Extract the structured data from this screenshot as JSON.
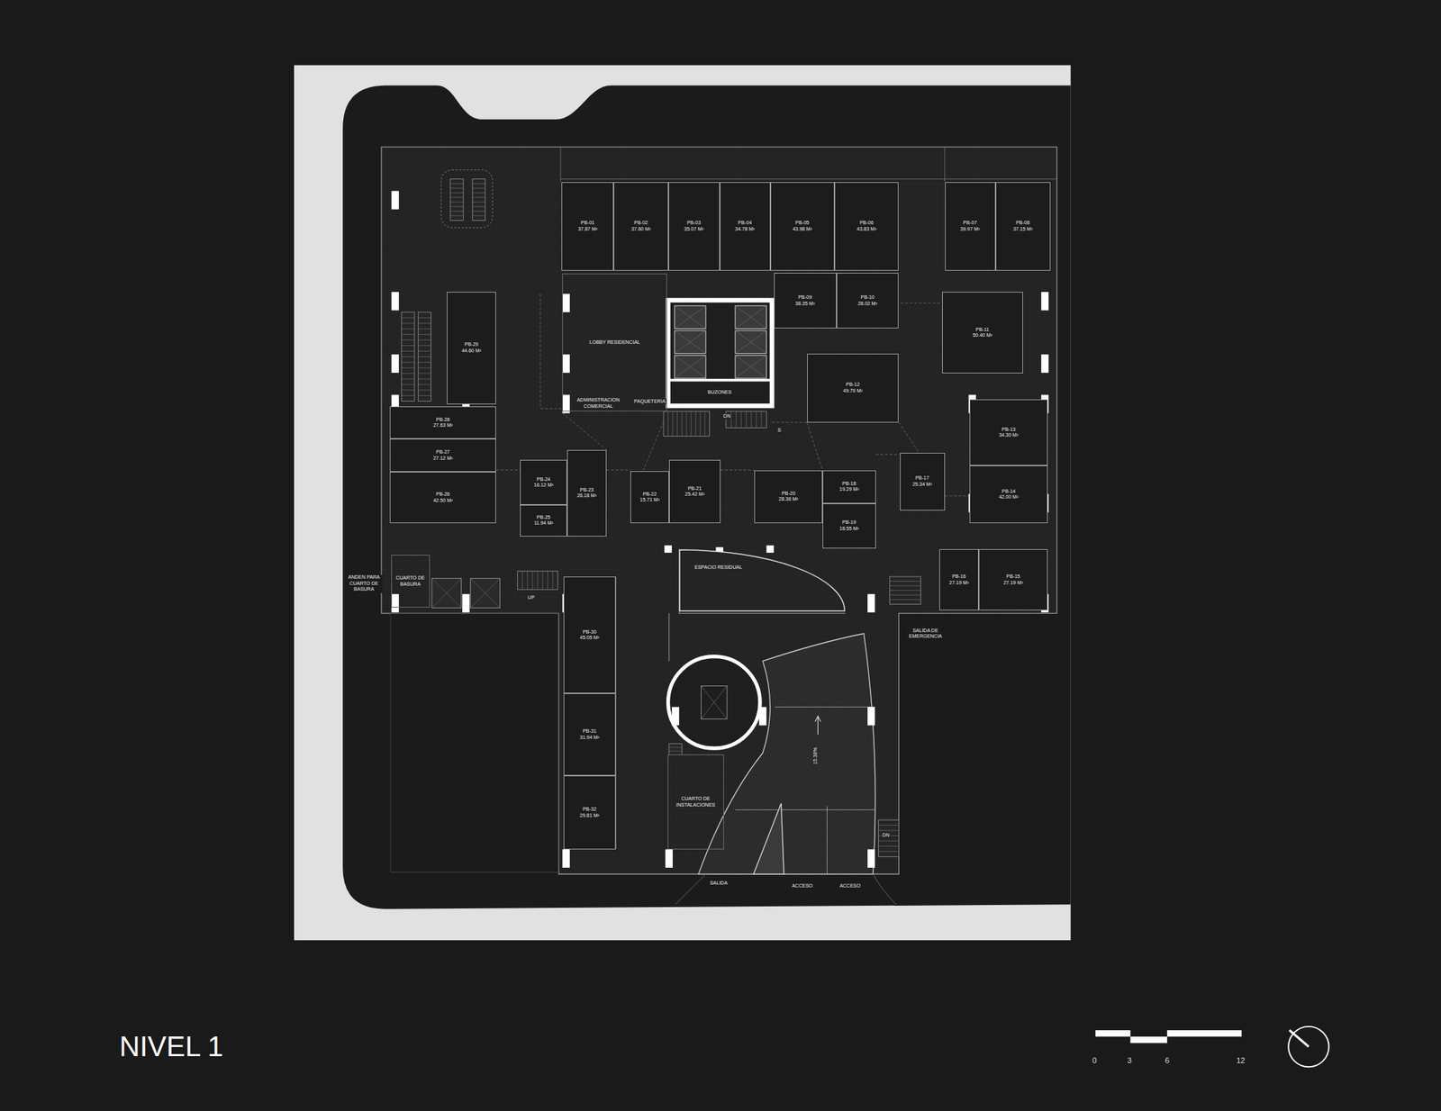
{
  "diagram": {
    "title": "NIVEL 1",
    "nodes": [
      {
        "text": [
          "PB-01",
          "37.87 M²"
        ]
      },
      {
        "text": [
          "PB-02",
          "37.60 M²"
        ]
      },
      {
        "text": [
          "PB-03",
          "35.07 M²"
        ]
      },
      {
        "text": [
          "PB-04",
          "34.78 M²"
        ]
      },
      {
        "text": [
          "PB-05",
          "43.98 M²"
        ]
      },
      {
        "text": [
          "PB-06",
          "43.83 M²"
        ]
      },
      {
        "text": [
          "PB-07",
          "39.97 M²"
        ]
      },
      {
        "text": [
          "PB-08",
          "37.15 M²"
        ]
      },
      {
        "text": [
          "PB-09",
          "38.35 M²"
        ]
      },
      {
        "text": [
          "PB-10",
          "28.02 M²"
        ]
      },
      {
        "text": [
          "PB-11",
          "50.40 M²"
        ]
      },
      {
        "text": [
          "PB-12",
          "49.79 M²"
        ]
      },
      {
        "text": [
          "PB-13",
          "34.30 M²"
        ]
      },
      {
        "text": [
          "PB-14",
          "42.00 M²"
        ]
      },
      {
        "text": [
          "PB-15",
          "27.19 M²"
        ]
      },
      {
        "text": [
          "PB-16",
          "27.19 M²"
        ]
      },
      {
        "text": [
          "PB-17",
          "25.34 M²"
        ]
      },
      {
        "text": [
          "PB-18",
          "19.29 M²"
        ]
      },
      {
        "text": [
          "PB-19",
          "18.55 M²"
        ]
      },
      {
        "text": [
          "PB-20",
          "28.36 M²"
        ]
      },
      {
        "text": [
          "PB-21",
          "25.42 M²"
        ]
      },
      {
        "text": [
          "PB-22",
          "15.71 M²"
        ]
      },
      {
        "text": [
          "PB-23",
          "26.18 M²"
        ]
      },
      {
        "text": [
          "PB-24",
          "16.12 M²"
        ]
      },
      {
        "text": [
          "PB-25",
          "11.94 M²"
        ]
      },
      {
        "text": [
          "PB-26",
          "42.50 M²"
        ]
      },
      {
        "text": [
          "PB-27",
          "27.12 M²"
        ]
      },
      {
        "text": [
          "PB-28",
          "27.63 M²"
        ]
      },
      {
        "text": [
          "PB-29",
          "44.60 M²"
        ]
      },
      {
        "text": [
          "PB-30",
          "45.05 M²"
        ]
      },
      {
        "text": [
          "PB-31",
          "31.94 M²"
        ]
      },
      {
        "text": [
          "PB-32",
          "29.81 M²"
        ]
      },
      {
        "text": [
          "LOBBY RESIDENCIAL"
        ]
      },
      {
        "text": [
          "ESPACIO RESIDUAL"
        ]
      },
      {
        "text": [
          "CUARTO DE INSTALACIONES"
        ]
      },
      {
        "text": [
          "CUARTO DE BASURA"
        ]
      }
    ],
    "labels": [
      "ADMINISTRACION COMERCIAL",
      "PAQUETERIA",
      "BUZONES",
      "ANDEN PARA CUARTO DE BASURA",
      "SALIDA DE EMERGENCIA",
      "SALIDA",
      "ACCESO",
      "ACCESO",
      "15.38%",
      "DN",
      "S",
      "UP",
      "DN",
      "0",
      "3",
      "6",
      "12"
    ]
  }
}
